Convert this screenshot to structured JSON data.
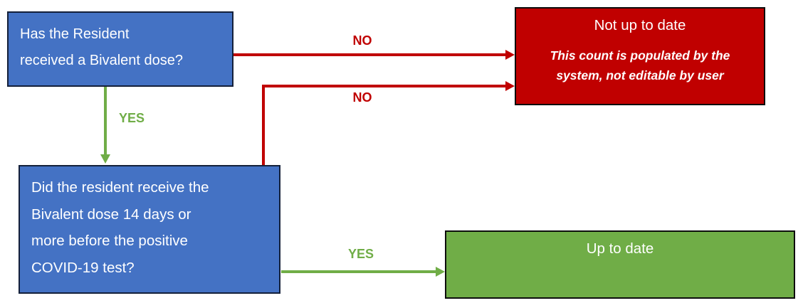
{
  "colors": {
    "question_box_fill": "#4472C4",
    "negative_fill": "#C00000",
    "positive_fill": "#70AD47",
    "text_on_fill": "#FFFFFF",
    "background": "#FFFFFF"
  },
  "flowchart": {
    "nodes": {
      "q1": {
        "lines": [
          "Has the Resident",
          "received a Bivalent dose?"
        ]
      },
      "q2": {
        "lines": [
          "Did the resident receive the",
          "Bivalent dose 14 days or",
          "more before the positive",
          "COVID-19 test?"
        ]
      },
      "not_up_to_date": {
        "title": "Not up to date",
        "note_lines": [
          "This count is populated by the",
          "system, not editable by user"
        ]
      },
      "up_to_date": {
        "title": "Up to date"
      }
    },
    "edges": {
      "q1_no": {
        "label": "NO"
      },
      "q2_no": {
        "label": "NO"
      },
      "q1_yes": {
        "label": "YES"
      },
      "q2_yes": {
        "label": "YES"
      }
    }
  }
}
